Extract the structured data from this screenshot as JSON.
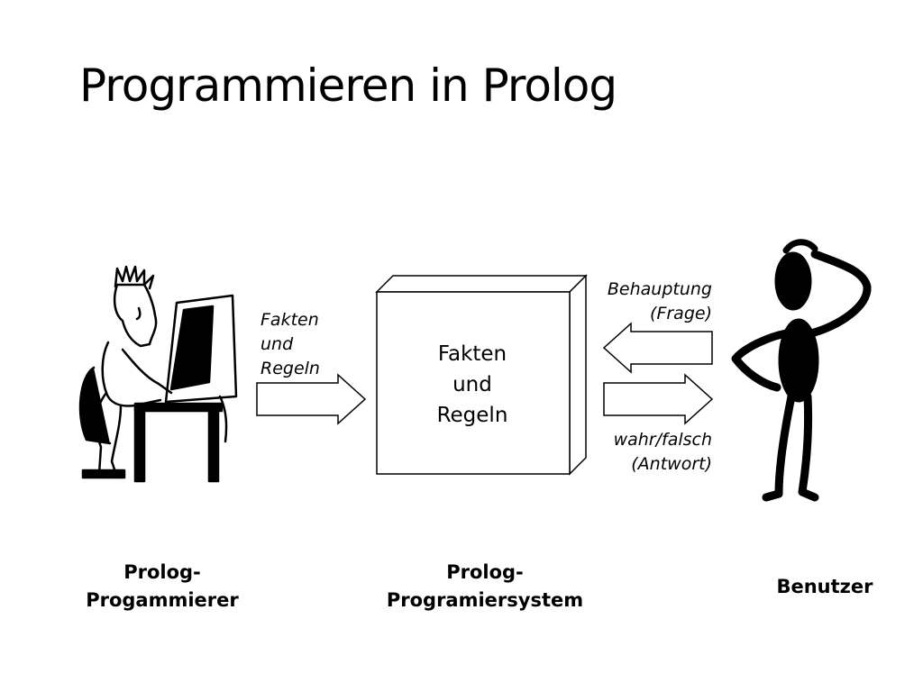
{
  "slide": {
    "title": "Programmieren in Prolog"
  },
  "edges": {
    "input_line1": "Fakten",
    "input_line2": "und",
    "input_line3": "Regeln",
    "query_line1": "Behauptung",
    "query_line2": "(Frage)",
    "answer_line1": "wahr/falsch",
    "answer_line2": "(Antwort)"
  },
  "knowledge_box": {
    "line1": "Fakten",
    "line2": "und",
    "line3": "Regeln"
  },
  "roles": {
    "programmer_line1": "Prolog-",
    "programmer_line2": "Progammierer",
    "system_line1": "Prolog-",
    "system_line2": "Programiersystem",
    "user": "Benutzer"
  },
  "icons": {
    "programmer": "programmer-at-computer-icon",
    "user": "thinking-person-icon"
  }
}
